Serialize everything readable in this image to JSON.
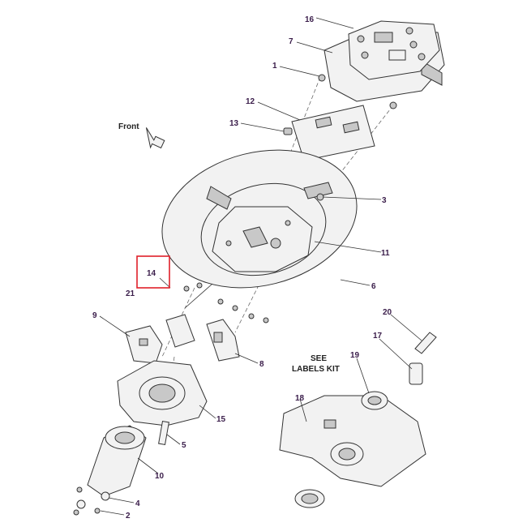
{
  "front_label": "Front",
  "labels_note_line1": "SEE",
  "labels_note_line2": "LABELS KIT",
  "highlight_color": "#e0202a",
  "callout_color": "#3a1d4a",
  "highlighted_callout": "14",
  "callouts": {
    "c1": "1",
    "c2": "2",
    "c3": "3",
    "c4": "4",
    "c5": "5",
    "c6": "6",
    "c7": "7",
    "c8": "8",
    "c9": "9",
    "c10": "10",
    "c11": "11",
    "c12": "12",
    "c13": "13",
    "c14": "14",
    "c15": "15",
    "c16": "16",
    "c17": "17",
    "c18": "18",
    "c19": "19",
    "c20": "20",
    "c21": "21"
  }
}
